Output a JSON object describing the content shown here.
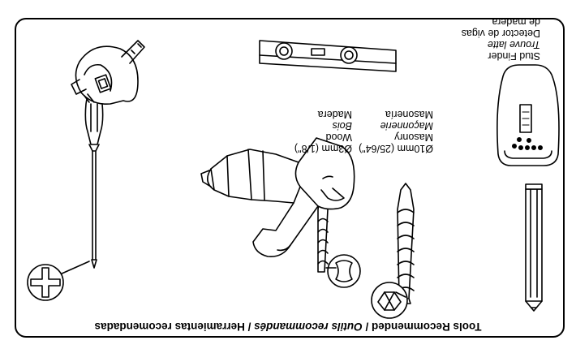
{
  "title": {
    "part1": "Tools Recommended / ",
    "part2": "Outils recommandés",
    "part3": " / Herramientas recomendadas"
  },
  "stud_finder": {
    "en": "Stud Finder",
    "fr": "Trouve latte",
    "es_line1": "Detector de vigas",
    "es_line2": "de madera"
  },
  "bit_masonry": {
    "size": "Ø10mm (25/64\")",
    "en": "Masonry",
    "fr": "Maçonnerie",
    "es": "Masonería"
  },
  "bit_wood": {
    "size": "Ø3mm (1/8\")",
    "en": "Wood",
    "fr": "Bois",
    "es": "Madera"
  },
  "icons": [
    "pencil-icon",
    "stud-finder-icon",
    "masonry-bit-icon",
    "wood-bit-icon",
    "drill-icon",
    "screwdriver-icon",
    "phillips-tip-icon",
    "level-icon",
    "tape-measure-icon"
  ]
}
